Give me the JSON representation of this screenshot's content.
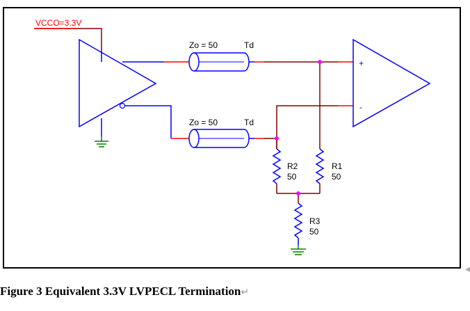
{
  "schematic": {
    "vcco_label": "VCCO=3.3V",
    "tline_top": {
      "impedance_label": "Zo = 50",
      "delay_label": "Td"
    },
    "tline_bottom": {
      "impedance_label": "Zo = 50",
      "delay_label": "Td"
    },
    "r2": {
      "name": "R2",
      "value": "50"
    },
    "r1": {
      "name": "R1",
      "value": "50"
    },
    "r3": {
      "name": "R3",
      "value": "50"
    },
    "receiver_plus": "+",
    "receiver_minus": "-"
  },
  "colors": {
    "wire": "#0000ff",
    "net": "#800000",
    "supply": "#ff0000",
    "node": "#ff00ff",
    "ground": "#008000"
  },
  "caption": {
    "text": "Figure 3 Equivalent 3.3V LVPECL Termination",
    "return_mark": "↵"
  }
}
